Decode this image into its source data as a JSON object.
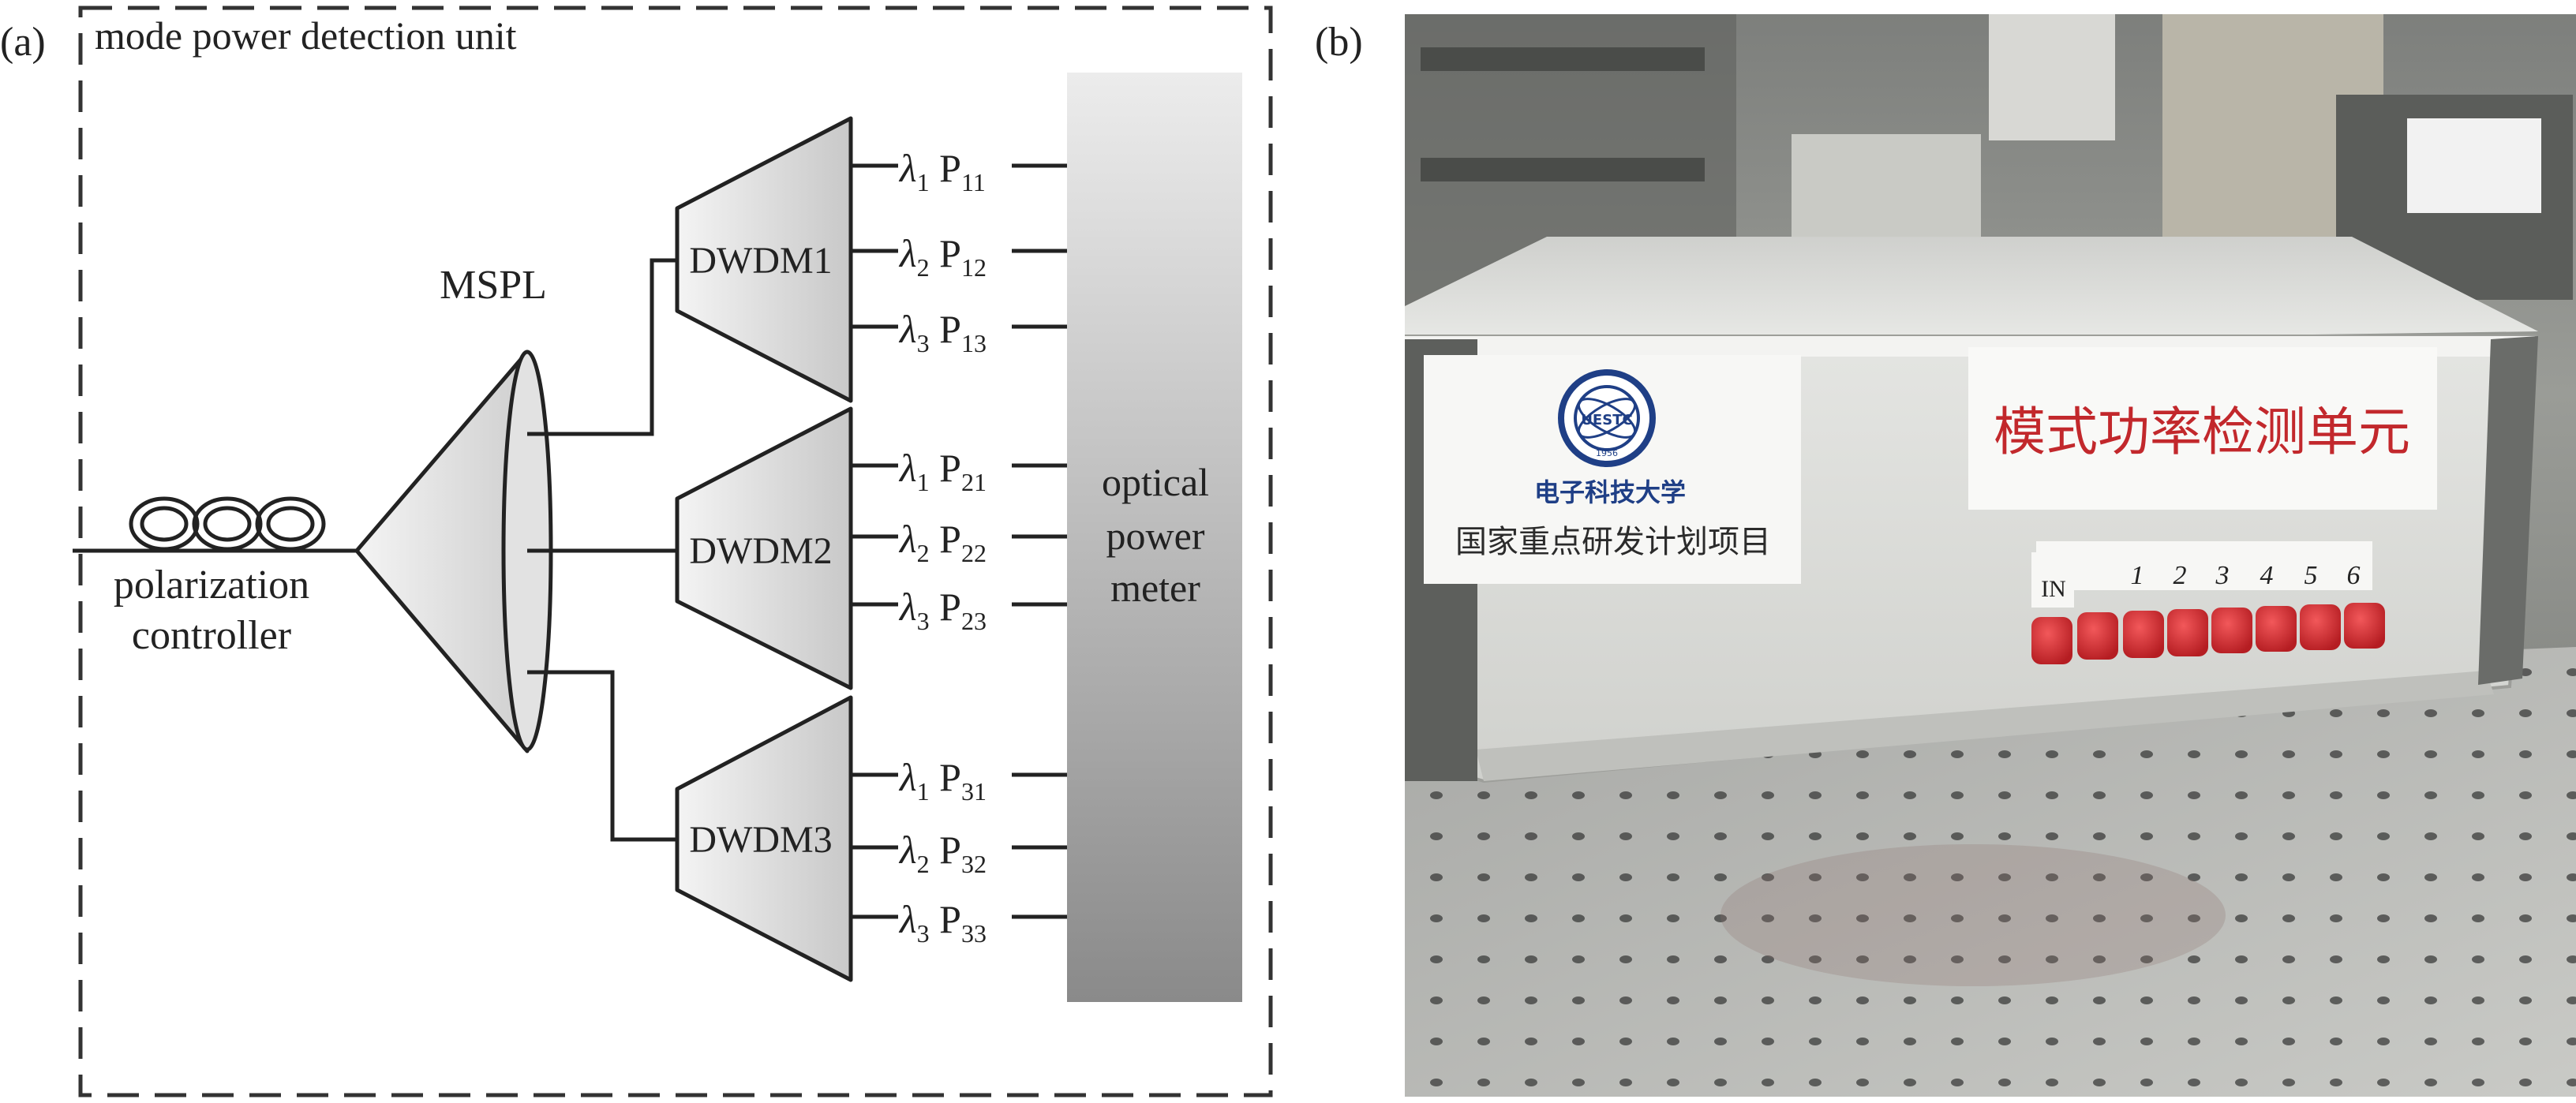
{
  "panel_a": {
    "label": "(a)",
    "title": "mode power detection unit",
    "polarization_controller": [
      "polarization",
      "controller"
    ],
    "mspl": "MSPL",
    "dwdm": [
      "DWDM1",
      "DWDM2",
      "DWDM3"
    ],
    "outputs": [
      [
        {
          "lambda": "1",
          "p": "11"
        },
        {
          "lambda": "2",
          "p": "12"
        },
        {
          "lambda": "3",
          "p": "13"
        }
      ],
      [
        {
          "lambda": "1",
          "p": "21"
        },
        {
          "lambda": "2",
          "p": "22"
        },
        {
          "lambda": "3",
          "p": "23"
        }
      ],
      [
        {
          "lambda": "1",
          "p": "31"
        },
        {
          "lambda": "2",
          "p": "32"
        },
        {
          "lambda": "3",
          "p": "33"
        }
      ]
    ],
    "meter": [
      "optical",
      "power",
      "meter"
    ]
  },
  "panel_b": {
    "label": "(b)",
    "device_label": "模式功率检测单元",
    "university_name": "电子科技大学",
    "logo_text": "UESTC",
    "logo_year": "1956",
    "project_label": "国家重点研发计划项目",
    "port_in": "IN",
    "port_numbers": [
      "1",
      "2",
      "3",
      "4",
      "5",
      "6"
    ],
    "colors": {
      "port_red": "#d8282b",
      "label_red": "#c2282c",
      "logo_blue": "#1f3f86"
    }
  }
}
